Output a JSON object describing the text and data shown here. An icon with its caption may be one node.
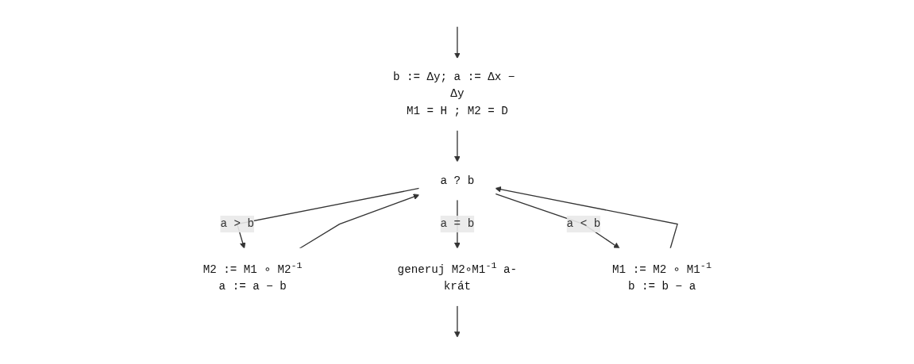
{
  "diagram": {
    "nodes": [
      {
        "text": [
          "b := Δy; a := Δx − Δy",
          "M1 = H ; M2 = D"
        ]
      },
      {
        "text": [
          "a ? b"
        ]
      },
      {
        "text": [
          "M2 := M1 ∘ M2$^{-1}$",
          "a := a − b"
        ]
      },
      {
        "text": [
          "generuj M2∘M1$^{-1}$ a-krát"
        ]
      },
      {
        "text": [
          "M1 := M2 ∘ M1$^{-1}$",
          "b := b − a"
        ]
      }
    ],
    "edges": [
      {
        "from": null,
        "to": 0,
        "arrow": "to"
      },
      {
        "from": 0,
        "to": 1,
        "arrow": "to"
      },
      {
        "from": 1,
        "to": 2,
        "label": "a > b",
        "arrow": "to"
      },
      {
        "from": 1,
        "to": 3,
        "label": "a = b",
        "arrow": "to"
      },
      {
        "from": 1,
        "to": 4,
        "label": "a < b",
        "arrow": "to"
      },
      {
        "from": 2,
        "to": 1,
        "arrow": "to"
      },
      {
        "from": 4,
        "to": 1,
        "arrow": "to"
      },
      {
        "from": 3,
        "to": null,
        "arrow": "to"
      }
    ]
  }
}
